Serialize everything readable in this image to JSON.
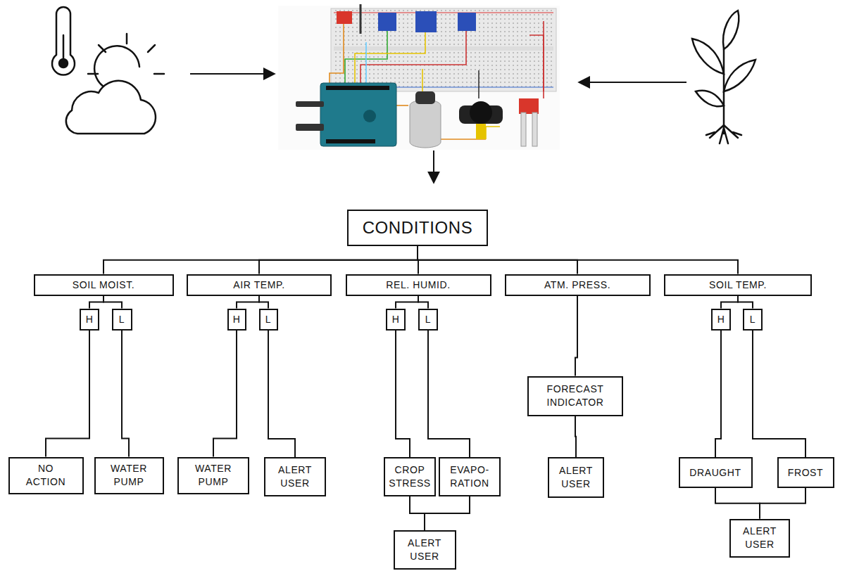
{
  "diagram": {
    "nodes": [
      {
        "text": [
          "CONDITIONS"
        ]
      },
      {
        "text": [
          "SOIL MOIST."
        ]
      },
      {
        "text": [
          "AIR TEMP."
        ]
      },
      {
        "text": [
          "REL. HUMID."
        ]
      },
      {
        "text": [
          "ATM. PRESS."
        ]
      },
      {
        "text": [
          "SOIL TEMP."
        ]
      },
      {
        "text": [
          "H"
        ]
      },
      {
        "text": [
          "L"
        ]
      },
      {
        "text": [
          "NO ACTION"
        ]
      },
      {
        "text": [
          "WATER PUMP"
        ]
      },
      {
        "text": [
          "H"
        ]
      },
      {
        "text": [
          "L"
        ]
      },
      {
        "text": [
          "WATER PUMP"
        ]
      },
      {
        "text": [
          "ALERT USER"
        ]
      },
      {
        "text": [
          "H"
        ]
      },
      {
        "text": [
          "L"
        ]
      },
      {
        "text": [
          "CROP STRESS"
        ]
      },
      {
        "text": [
          "EVAPO- RATION"
        ]
      },
      {
        "text": [
          "ALERT USER"
        ]
      },
      {
        "text": [
          "FORECAST INDICATOR"
        ]
      },
      {
        "text": [
          "ALERT USER"
        ]
      },
      {
        "text": [
          "H"
        ]
      },
      {
        "text": [
          "L"
        ]
      },
      {
        "text": [
          "DRAUGHT"
        ]
      },
      {
        "text": [
          "FROST"
        ]
      },
      {
        "text": [
          "ALERT USER"
        ]
      }
    ],
    "edges": [
      {
        "from": 0,
        "to": 1,
        "arrow": "none"
      },
      {
        "from": 0,
        "to": 2,
        "arrow": "none"
      },
      {
        "from": 0,
        "to": 3,
        "arrow": "none"
      },
      {
        "from": 0,
        "to": 4,
        "arrow": "none"
      },
      {
        "from": 0,
        "to": 5,
        "arrow": "none"
      },
      {
        "from": 1,
        "to": 6,
        "arrow": "none"
      },
      {
        "from": 1,
        "to": 7,
        "arrow": "none"
      },
      {
        "from": 6,
        "to": 8,
        "arrow": "none"
      },
      {
        "from": 7,
        "to": 9,
        "arrow": "none"
      },
      {
        "from": 2,
        "to": 10,
        "arrow": "none"
      },
      {
        "from": 2,
        "to": 11,
        "arrow": "none"
      },
      {
        "from": 10,
        "to": 12,
        "arrow": "none"
      },
      {
        "from": 11,
        "to": 13,
        "arrow": "none"
      },
      {
        "from": 3,
        "to": 14,
        "arrow": "none"
      },
      {
        "from": 3,
        "to": 15,
        "arrow": "none"
      },
      {
        "from": 14,
        "to": 16,
        "arrow": "none"
      },
      {
        "from": 15,
        "to": 17,
        "arrow": "none"
      },
      {
        "from": 16,
        "to": 18,
        "arrow": "none"
      },
      {
        "from": 17,
        "to": 18,
        "arrow": "none"
      },
      {
        "from": 4,
        "to": 19,
        "arrow": "none"
      },
      {
        "from": 19,
        "to": 20,
        "arrow": "none"
      },
      {
        "from": 5,
        "to": 21,
        "arrow": "none"
      },
      {
        "from": 5,
        "to": 22,
        "arrow": "none"
      },
      {
        "from": 21,
        "to": 23,
        "arrow": "none"
      },
      {
        "from": 22,
        "to": 24,
        "arrow": "none"
      },
      {
        "from": 23,
        "to": 25,
        "arrow": "none"
      },
      {
        "from": 24,
        "to": 25,
        "arrow": "none"
      }
    ]
  }
}
